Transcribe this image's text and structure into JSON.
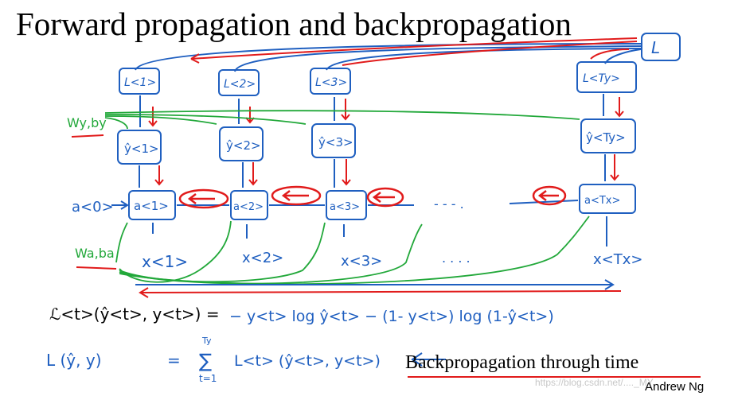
{
  "slide": {
    "title": "Forward propagation and backpropagation",
    "subtitle": "Backpropagation through time",
    "author": "Andrew Ng",
    "watermark": "https://blog.csdn.net/...._MY"
  },
  "colors": {
    "forward": "#1f5fc0",
    "backward": "#e11b1b",
    "params": "#22a83a",
    "text": "#000000"
  },
  "diagram": {
    "loss_total": "L",
    "params_y": "Wy,by",
    "params_a": "Wa,ba",
    "a0": "a<0>",
    "ellipsis_a": "- - - .",
    "ellipsis_x": ". . . .",
    "steps": [
      {
        "loss": "L<1>",
        "yhat": "ŷ<1>",
        "a": "a<1>",
        "x": "x<1>"
      },
      {
        "loss": "L<2>",
        "yhat": "ŷ<2>",
        "a": "a<2>",
        "x": "x<2>"
      },
      {
        "loss": "L<3>",
        "yhat": "ŷ<3>",
        "a": "a<3>",
        "x": "x<3>"
      },
      {
        "loss": "L<Ty>",
        "yhat": "ŷ<Ty>",
        "a": "a<Tx>",
        "x": "x<Tx>"
      }
    ]
  },
  "equations": {
    "loss_step_lhs": "ℒ<t>(ŷ<t>, y<t>) =",
    "loss_step_rhs": "− y<t> log ŷ<t> − (1- y<t>) log (1-ŷ<t>)",
    "loss_total_lhs": "L (ŷ, y)",
    "loss_total_eq": "=",
    "sum_top": "Ty",
    "sum_bottom": "t=1",
    "loss_total_rhs": "L<t> (ŷ<t>, y<t>)"
  }
}
